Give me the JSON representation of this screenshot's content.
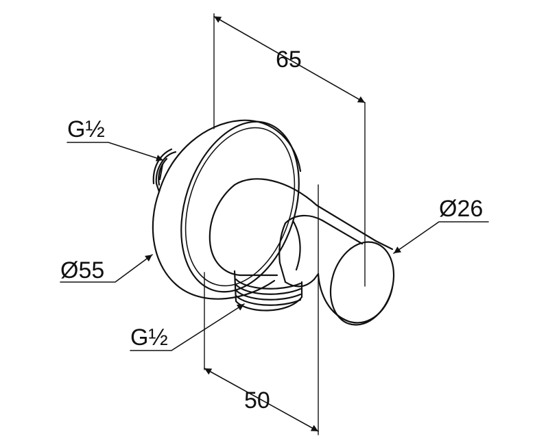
{
  "drawing": {
    "dim_top_length": "65",
    "dim_bottom_length": "50",
    "thread_upper": "G½",
    "thread_lower": "G½",
    "diameter_flange": "Ø55",
    "diameter_holder": "Ø26"
  },
  "colors": {
    "line": "#111111",
    "background": "#ffffff"
  }
}
